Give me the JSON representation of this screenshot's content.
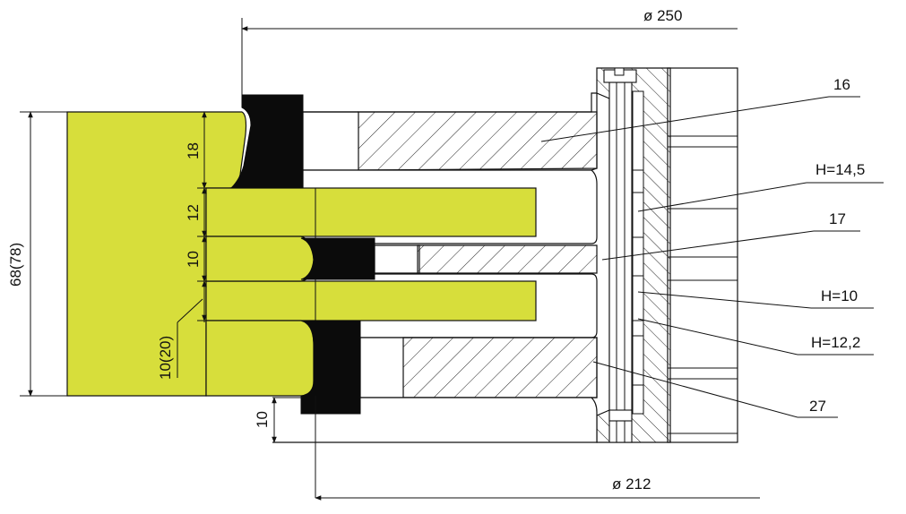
{
  "dimensions": {
    "outer_diameter": "ø 250",
    "inner_diameter": "ø 212",
    "total_height": "68(78)",
    "seg_top": "18",
    "seg_2": "12",
    "seg_3": "10",
    "seg_4": "10(20)",
    "bottom_offset": "10"
  },
  "callouts": {
    "c1": "16",
    "c2": "H=14,5",
    "c3": "17",
    "c4": "H=10",
    "c5": "H=12,2",
    "c6": "27"
  }
}
